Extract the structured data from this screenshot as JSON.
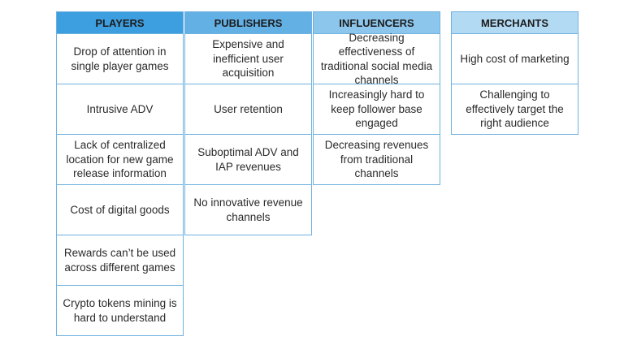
{
  "table": {
    "columns": [
      {
        "header": "PLAYERS",
        "cells": [
          "Drop of attention in single player games",
          "Intrusive ADV",
          "Lack of centralized location for new game release information",
          "Cost of digital goods",
          "Rewards can’t be used across different games",
          "Crypto tokens mining is hard to understand"
        ]
      },
      {
        "header": "PUBLISHERS",
        "cells": [
          "Expensive and inefficient user acquisition",
          "User retention",
          "Suboptimal ADV and IAP revenues",
          "No innovative revenue channels"
        ]
      },
      {
        "header": "INFLUENCERS",
        "cells": [
          "Decreasing effectiveness of traditional social media channels",
          "Increasingly hard to keep follower base engaged",
          "Decreasing revenues from traditional channels"
        ]
      },
      {
        "header": "MERCHANTS",
        "cells": [
          "High cost of marketing",
          "Challenging to effectively target the right audience"
        ]
      }
    ]
  },
  "colors": {
    "header_players": "#3d9ee0",
    "header_publishers": "#63b0e5",
    "header_influencers": "#8cc6ec",
    "header_merchants": "#b3daf3",
    "border": "#6fb1df"
  }
}
